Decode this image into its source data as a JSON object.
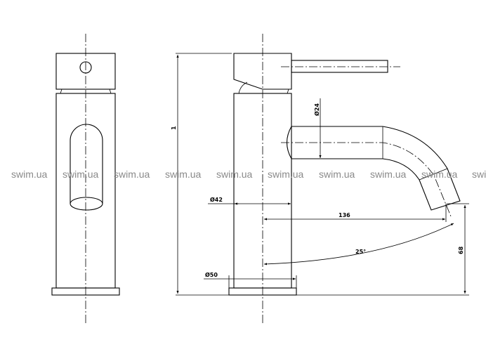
{
  "drawing": {
    "title": "Faucet technical drawing",
    "dimensions": {
      "overall_height_partial": "1",
      "body_diameter": "Ø42",
      "base_diameter": "Ø50",
      "spout_diameter": "Ø24",
      "spout_reach": "136",
      "spout_angle": "25°",
      "outlet_height": "68"
    },
    "watermarks": [
      "swim.ua",
      "swim.ua",
      "swim.ua",
      "swim.ua",
      "swim.ua",
      "swim.ua",
      "swim.ua",
      "swim.ua",
      "swim.ua",
      "swi"
    ]
  }
}
